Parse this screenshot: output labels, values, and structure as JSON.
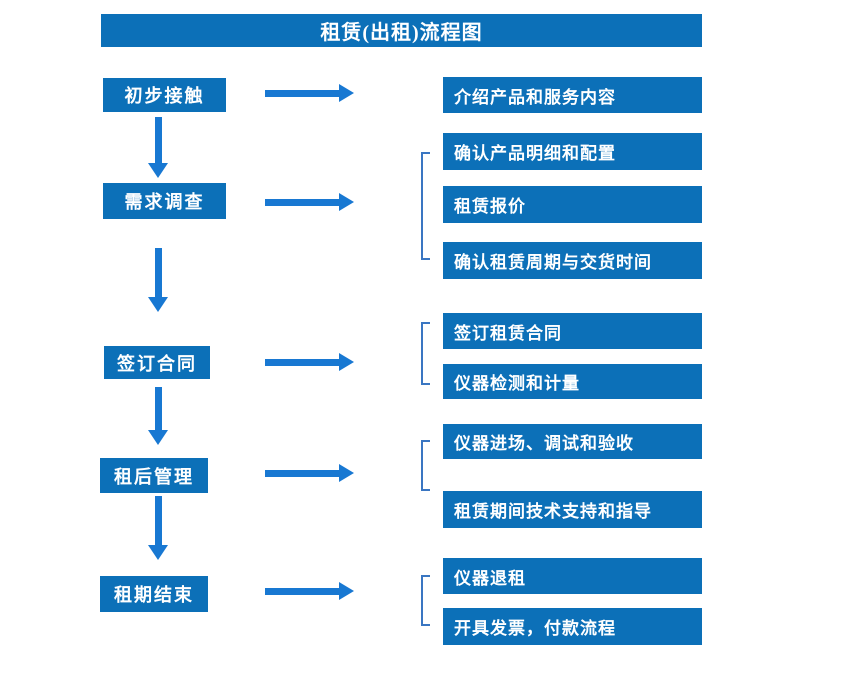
{
  "title": "租赁(出租)流程图",
  "colors": {
    "box_blue": "#0c70b8",
    "arrow_blue": "#1878d2",
    "bracket_blue": "#3a76c2",
    "text_white": "#ffffff",
    "background": "#ffffff"
  },
  "rows": [
    {
      "step": "初步接触",
      "details": [
        "介绍产品和服务内容"
      ]
    },
    {
      "step": "需求调查",
      "details": [
        "确认产品明细和配置",
        "租赁报价",
        "确认租赁周期与交货时间"
      ]
    },
    {
      "step": "签订合同",
      "details": [
        "签订租赁合同",
        "仪器检测和计量"
      ]
    },
    {
      "step": "租后管理",
      "details": [
        "仪器进场、调试和验收",
        "租赁期间技术支持和指导"
      ]
    },
    {
      "step": "租期结束",
      "details": [
        "仪器退租",
        "开具发票，付款流程"
      ]
    }
  ]
}
